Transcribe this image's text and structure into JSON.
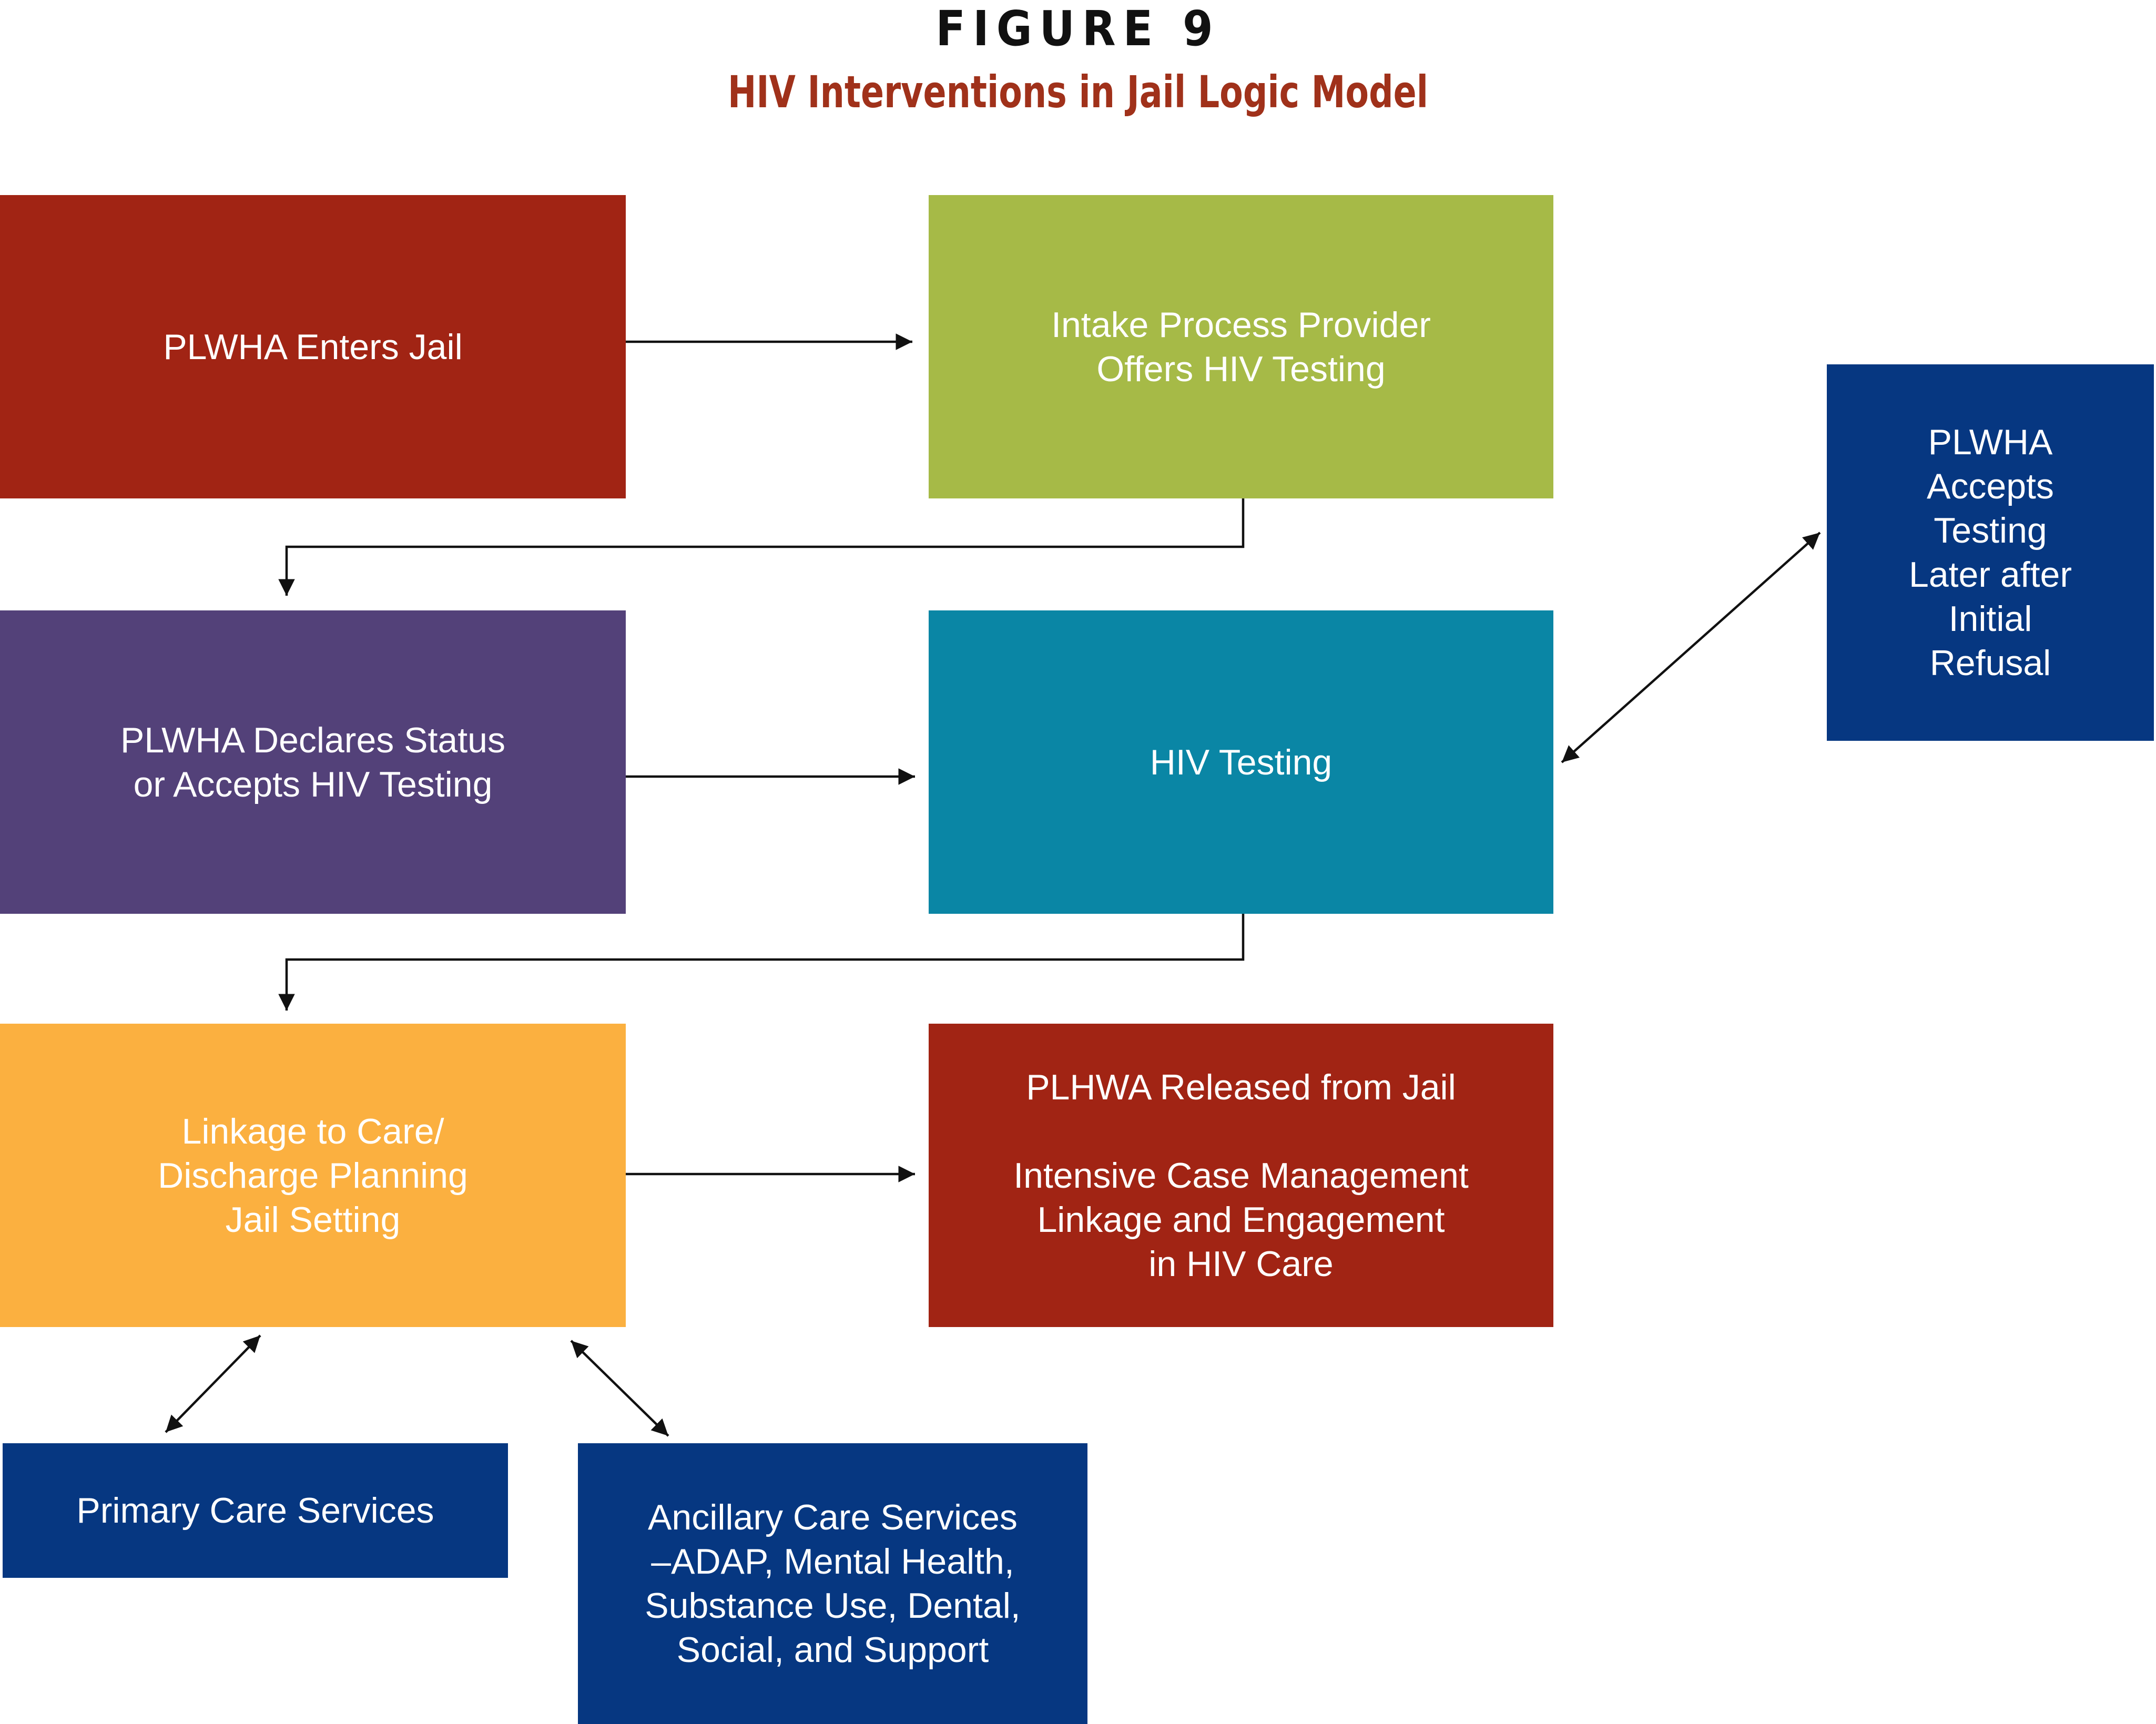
{
  "figure": {
    "label": "FIGURE 9",
    "title": "HIV Interventions in Jail Logic Model"
  },
  "colors": {
    "title": "#a0311a",
    "dark_red": "#a12414",
    "green": "#a6ba47",
    "purple": "#534179",
    "teal": "#0a86a5",
    "orange": "#fbb040",
    "navy": "#063781"
  },
  "nodes": {
    "enters_jail": "PLWHA Enters Jail",
    "intake": "Intake Process Provider\nOffers HIV Testing",
    "declares_status": "PLWHA Declares Status\nor Accepts HIV Testing",
    "hiv_testing": "HIV Testing",
    "accepts_later": "PLWHA\nAccepts\nTesting\nLater after\nInitial\nRefusal",
    "linkage": "Linkage to Care/\nDischarge Planning\nJail Setting",
    "released": "PLHWA Released from Jail\n\nIntensive Case Management\nLinkage and Engagement\nin HIV Care",
    "primary_care": "Primary Care Services",
    "ancillary_care": "Ancillary Care Services\n–ADAP, Mental Health,\nSubstance Use, Dental,\nSocial, and Support"
  },
  "edges": [
    {
      "from": "enters_jail",
      "to": "intake",
      "bidirectional": false
    },
    {
      "from": "intake",
      "to": "declares_status",
      "bidirectional": false
    },
    {
      "from": "declares_status",
      "to": "hiv_testing",
      "bidirectional": false
    },
    {
      "from": "hiv_testing",
      "to": "accepts_later",
      "bidirectional": true
    },
    {
      "from": "hiv_testing",
      "to": "linkage",
      "bidirectional": false
    },
    {
      "from": "linkage",
      "to": "released",
      "bidirectional": false
    },
    {
      "from": "linkage",
      "to": "primary_care",
      "bidirectional": true
    },
    {
      "from": "linkage",
      "to": "ancillary_care",
      "bidirectional": true
    }
  ]
}
